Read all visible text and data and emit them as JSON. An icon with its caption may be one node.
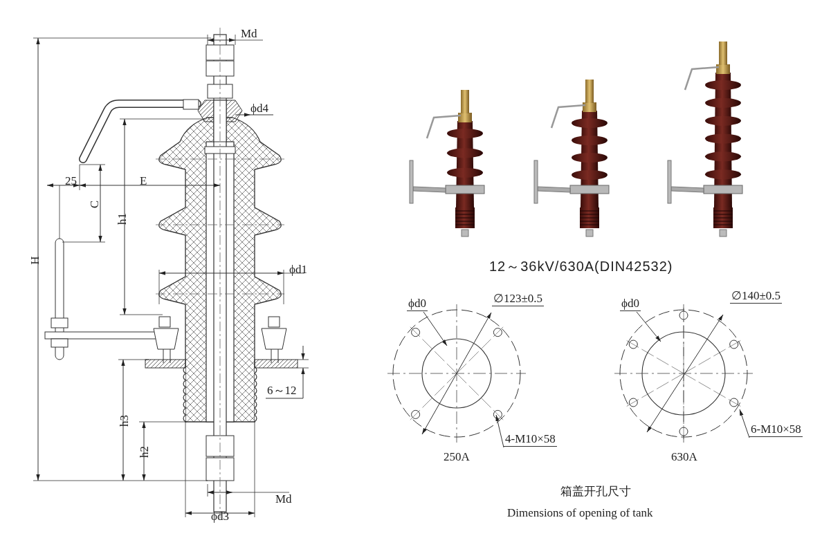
{
  "diagram": {
    "nodes": [
      {
        "text": [
          "ϕd0"
        ]
      },
      {
        "text": [
          "4-M10×58"
        ]
      },
      {
        "text": [
          "ϕd0"
        ]
      },
      {
        "text": [
          "6-M10×58"
        ]
      }
    ],
    "edges": [
      {
        "from": 0,
        "to": null,
        "arrow": "to"
      },
      {
        "from": 1,
        "to": null,
        "arrow": "to"
      },
      {
        "from": 2,
        "to": null,
        "arrow": "to"
      },
      {
        "from": 3,
        "to": null,
        "arrow": "to"
      }
    ],
    "labels": [
      "Md",
      "ϕd4",
      "25",
      "E",
      "C",
      "h1",
      "H",
      "ϕd1",
      "6～12",
      "h3",
      "h2",
      "Md",
      "ϕd3",
      "12～36kV/630A(DIN42532)",
      "∅123±0.5",
      "250A",
      "∅140±0.5",
      "630A",
      "箱盖开孔尺寸",
      "Dimensions of opening of tank"
    ]
  }
}
